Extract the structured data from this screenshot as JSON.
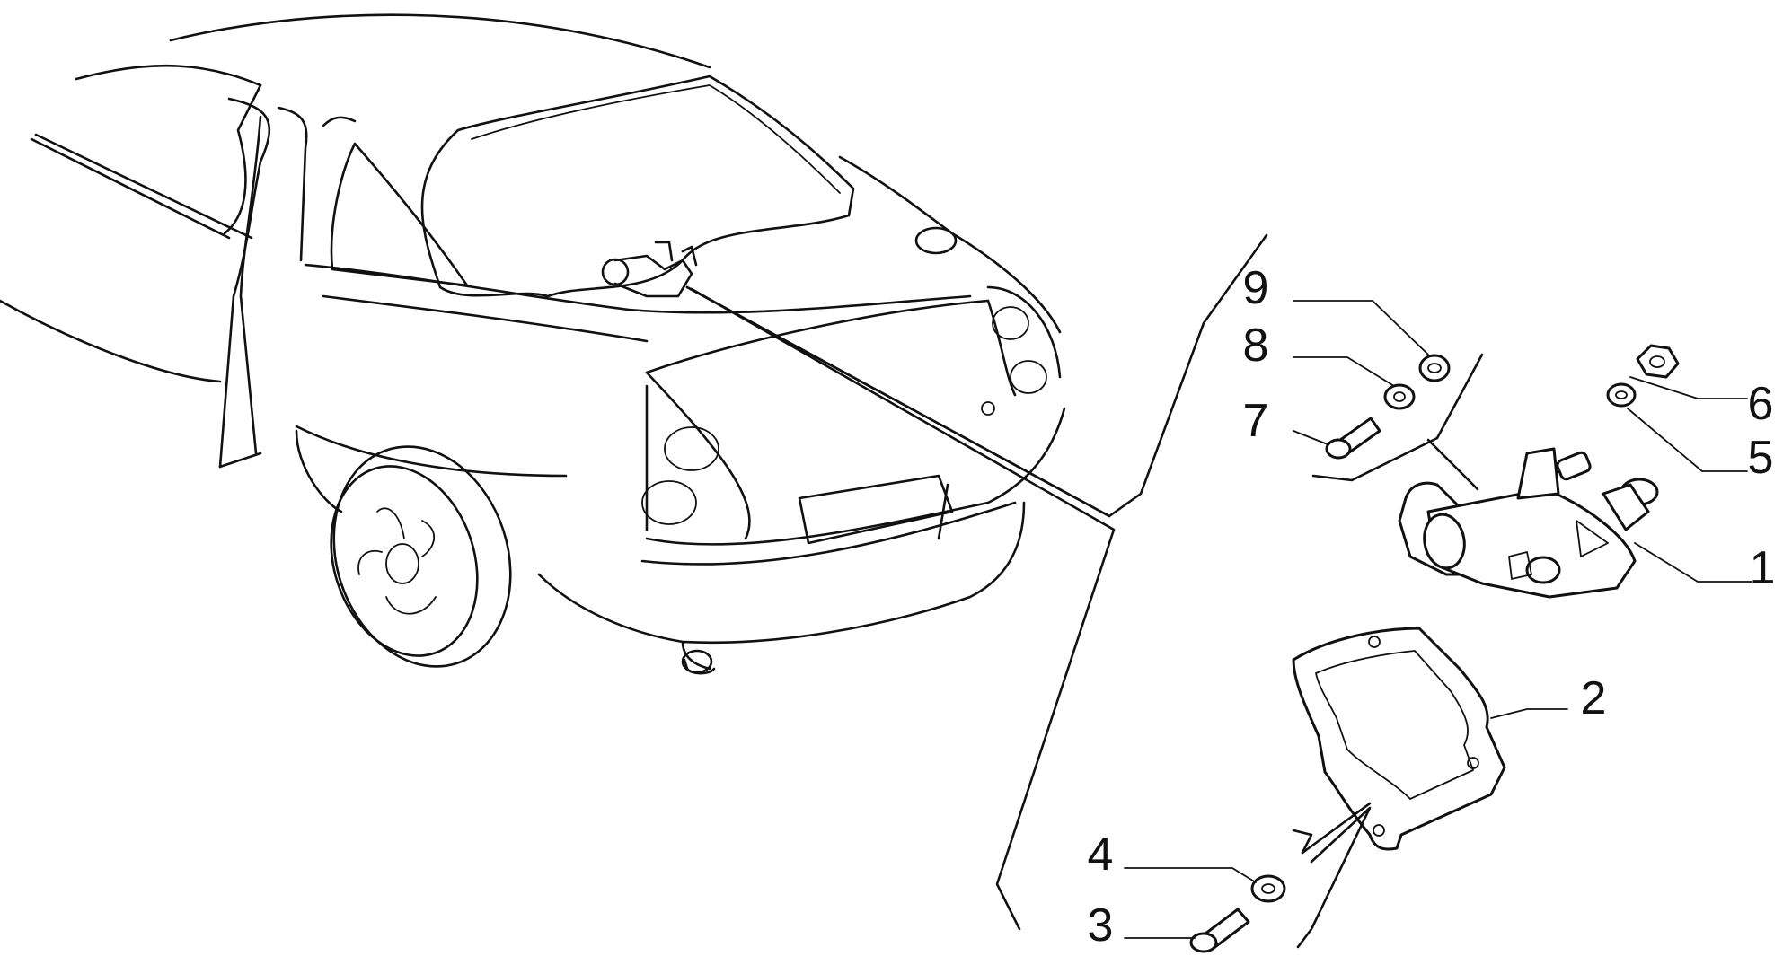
{
  "parts": {
    "p1": "1",
    "p2": "2",
    "p3": "3",
    "p4": "4",
    "p5": "5",
    "p6": "6",
    "p7": "7",
    "p8": "8",
    "p9": "9"
  }
}
